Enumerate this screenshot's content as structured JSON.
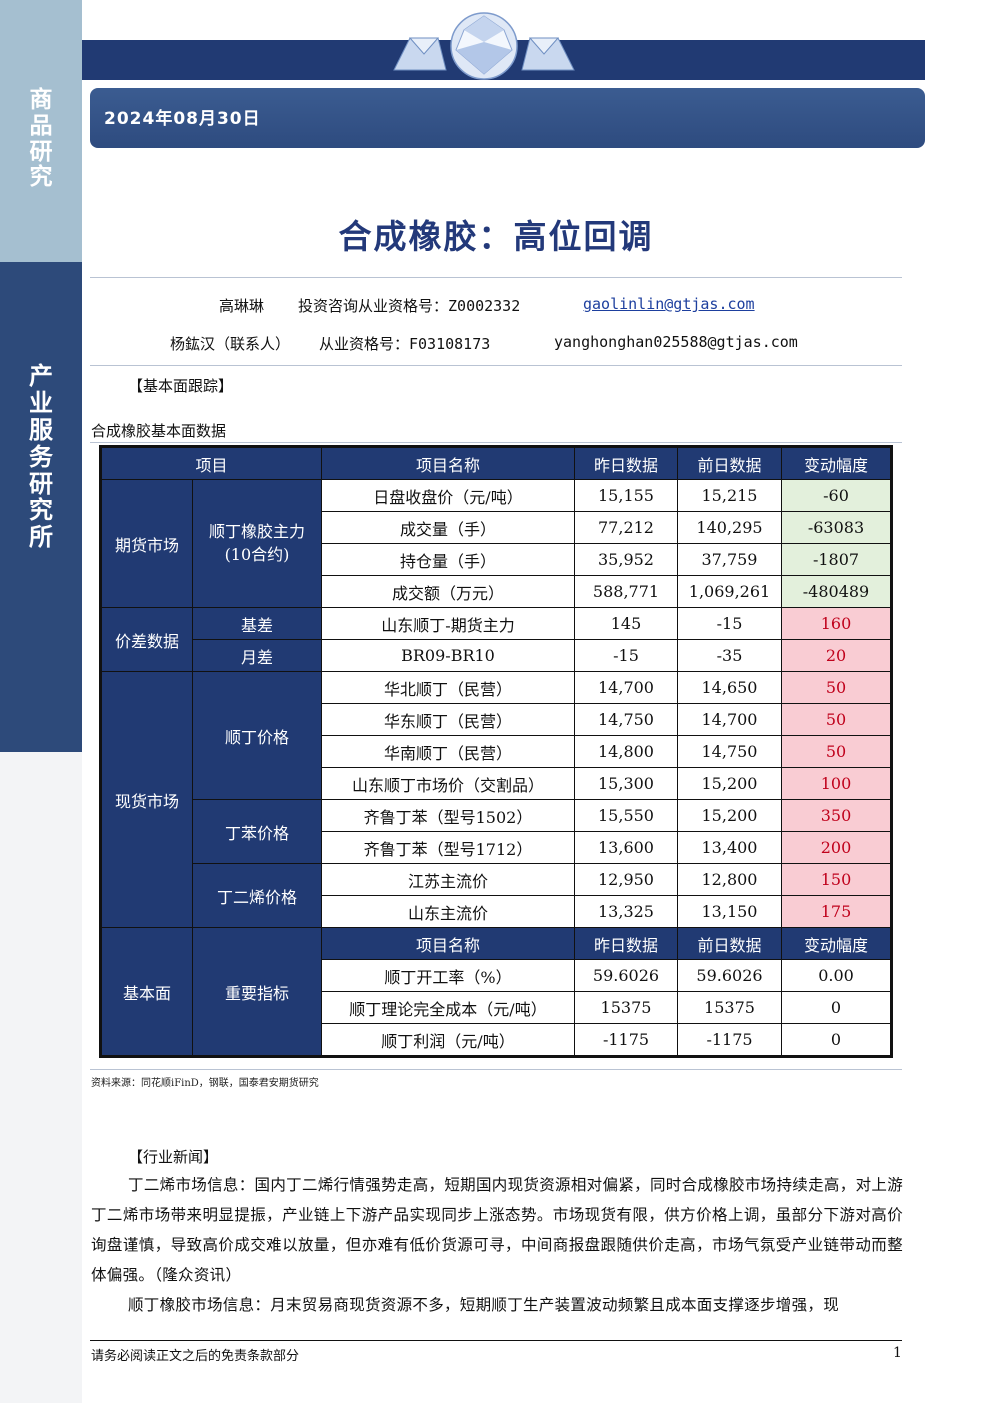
{
  "sidebar": {
    "top_chars": [
      "商",
      "品",
      "研",
      "究"
    ],
    "mid_chars": [
      "产",
      "业",
      "服",
      "务",
      "研",
      "究",
      "所"
    ]
  },
  "header": {
    "date": "2024年08月30日",
    "title": "合成橡胶：高位回调"
  },
  "authors": [
    {
      "name": "高琳琳",
      "qual": "投资咨询从业资格号：Z0002332",
      "email": "gaolinlin@gtjas.com"
    },
    {
      "name": "杨鈜汉（联系人）",
      "qual": "从业资格号：F03108173",
      "email": "yanghonghan025588@gtjas.com"
    }
  ],
  "sections": {
    "fundamentals": "【基本面跟踪】",
    "news": "【行业新闻】"
  },
  "table": {
    "caption": "合成橡胶基本面数据",
    "headers": [
      "项目",
      "项目名称",
      "昨日数据",
      "前日数据",
      "变动幅度"
    ],
    "groups": {
      "futures": "期货市场",
      "futures_sub_1": "顺丁橡胶主力",
      "futures_sub_2": "(10合约)",
      "spread": "价差数据",
      "basis": "基差",
      "monthly": "月差",
      "spot": "现货市场",
      "br_price": "顺丁价格",
      "styrene_price": "丁苯价格",
      "butadiene_price": "丁二烯价格",
      "fundamental": "基本面",
      "key_indicators": "重要指标"
    },
    "rows": [
      {
        "name": "日盘收盘价（元/吨）",
        "yesterday": "15,155",
        "before": "15,215",
        "change": "-60"
      },
      {
        "name": "成交量（手）",
        "yesterday": "77,212",
        "before": "140,295",
        "change": "-63083"
      },
      {
        "name": "持仓量（手）",
        "yesterday": "35,952",
        "before": "37,759",
        "change": "-1807"
      },
      {
        "name": "成交额（万元）",
        "yesterday": "588,771",
        "before": "1,069,261",
        "change": "-480489"
      },
      {
        "name": "山东顺丁-期货主力",
        "yesterday": "145",
        "before": "-15",
        "change": "160"
      },
      {
        "name": "BR09-BR10",
        "yesterday": "-15",
        "before": "-35",
        "change": "20"
      },
      {
        "name": "华北顺丁（民营）",
        "yesterday": "14,700",
        "before": "14,650",
        "change": "50"
      },
      {
        "name": "华东顺丁（民营）",
        "yesterday": "14,750",
        "before": "14,700",
        "change": "50"
      },
      {
        "name": "华南顺丁（民营）",
        "yesterday": "14,800",
        "before": "14,750",
        "change": "50"
      },
      {
        "name": "山东顺丁市场价（交割品）",
        "yesterday": "15,300",
        "before": "15,200",
        "change": "100"
      },
      {
        "name": "齐鲁丁苯（型号1502）",
        "yesterday": "15,550",
        "before": "15,200",
        "change": "350"
      },
      {
        "name": "齐鲁丁苯（型号1712）",
        "yesterday": "13,600",
        "before": "13,400",
        "change": "200"
      },
      {
        "name": "江苏主流价",
        "yesterday": "12,950",
        "before": "12,800",
        "change": "150"
      },
      {
        "name": "山东主流价",
        "yesterday": "13,325",
        "before": "13,150",
        "change": "175"
      }
    ],
    "fund_headers": [
      "项目名称",
      "昨日数据",
      "前日数据",
      "变动幅度"
    ],
    "fund_rows": [
      {
        "name": "顺丁开工率（%）",
        "yesterday": "59.6026",
        "before": "59.6026",
        "change": "0.00"
      },
      {
        "name": "顺丁理论完全成本（元/吨）",
        "yesterday": "15375",
        "before": "15375",
        "change": "0"
      },
      {
        "name": "顺丁利润（元/吨）",
        "yesterday": "-1175",
        "before": "-1175",
        "change": "0"
      }
    ],
    "source": "资料来源：同花顺iFinD，钢联，国泰君安期货研究"
  },
  "news": {
    "p1": "丁二烯市场信息：国内丁二烯行情强势走高，短期国内现货资源相对偏紧，同时合成橡胶市场持续走高，对上游丁二烯市场带来明显提振，产业链上下游产品实现同步上涨态势。市场现货有限，供方价格上调，虽部分下游对高价询盘谨慎，导致高价成交难以放量，但亦难有低价货源可寻，中间商报盘跟随供价走高，市场气氛受产业链带动而整体偏强。（隆众资讯）",
    "p2": "顺丁橡胶市场信息：月末贸易商现货资源不多，短期顺丁生产装置波动频繁且成本面支撑逐步增强，现"
  },
  "footer": {
    "disclaimer": "请务必阅读正文之后的免责条款部分",
    "page": "1"
  }
}
